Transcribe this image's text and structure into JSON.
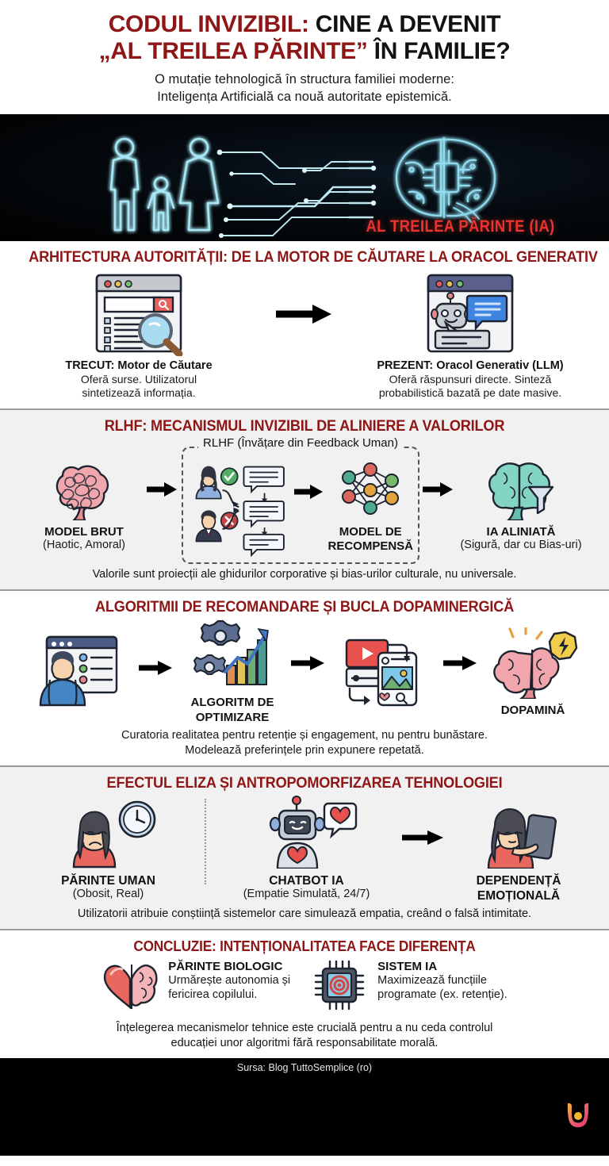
{
  "header": {
    "title_line1_red": "CODUL INVIZIBIL:",
    "title_line1_black": "CINE A DEVENIT",
    "title_line2_red": "„AL TREILEA PĂRINTE”",
    "title_line2_black": "ÎN FAMILIE?",
    "subtitle_line1": "O mutație tehnologică în structura familiei moderne:",
    "subtitle_line2": "Inteligența Artificială ca nouă autoritate epistemică.",
    "red_hex": "#8E1616"
  },
  "hero": {
    "label": "AL TREILEA PĂRINTE (IA)",
    "label_hex": "#E8342E",
    "neon_hex": "#A8E8F5",
    "background_hex": "#000000",
    "icons": [
      "family-silhouette-icon",
      "circuit-lines-icon",
      "ai-brain-chip-icon"
    ]
  },
  "sections": [
    {
      "id": "arhitectura",
      "title": "ARHITECTURA AUTORITĂȚII: DE LA MOTOR DE CĂUTARE LA ORACOL GENERATIV",
      "background": "white",
      "columns": [
        {
          "icon": "search-engine-browser-icon",
          "label_strong": "TRECUT: Motor de Căutare",
          "label_body_line1": "Oferă surse. Utilizatorul",
          "label_body_line2": "sintetizează informația."
        },
        {
          "icon": "chatbot-browser-icon",
          "label_strong": "PREZENT: Oracol Generativ (LLM)",
          "label_body_line1": "Oferă răspunsuri directe. Sinteză",
          "label_body_line2": "probabilistică bazată pe date masive."
        }
      ],
      "arrow": "arrow-right-icon"
    },
    {
      "id": "rlhf",
      "title": "RLHF: MECANISMUL INVIZIBIL DE ALINIERE A VALORILOR",
      "background": "gray",
      "box_title": "RLHF (Învățare din Feedback Uman)",
      "nodes": [
        {
          "icon": "chaotic-brain-icon",
          "label": "MODEL BRUT",
          "sub": "(Haotic, Amoral)"
        },
        {
          "icon": "neural-network-icon",
          "label_line1": "MODEL DE",
          "label_line2": "RECOMPENSĂ"
        },
        {
          "icon": "aligned-brain-funnel-icon",
          "label": "IA ALINIATĂ",
          "sub": "(Sigură, dar cu Bias-uri)"
        }
      ],
      "feedback_icons": [
        "human-approve-icon",
        "human-reject-icon",
        "chat-bubble-icon"
      ],
      "footnote": "Valorile sunt proiecții ale ghidurilor corporative și bias-urilor culturale, nu universale."
    },
    {
      "id": "algoritmi",
      "title": "ALGORITMII DE RECOMANDARE ȘI BUCLA DOPAMINERGICĂ",
      "background": "white",
      "nodes": [
        {
          "icon": "user-profile-browser-icon",
          "label": ""
        },
        {
          "icon": "gears-growth-chart-icon",
          "label_line1": "ALGORITM DE",
          "label_line2": "OPTIMIZARE"
        },
        {
          "icon": "video-feed-phone-icon",
          "label": ""
        },
        {
          "icon": "dopamine-brain-spark-icon",
          "label": "DOPAMINĂ"
        }
      ],
      "footnote_line1": "Curatoria realitatea pentru retenție și engagement, nu pentru bunăstare.",
      "footnote_line2": "Modelează preferințele prin expunere repetată."
    },
    {
      "id": "eliza",
      "title": "EFECTUL ELIZA ȘI ANTROPOMORFIZAREA TEHNOLOGIEI",
      "background": "gray",
      "columns": [
        {
          "icon": "tired-parent-clock-icon",
          "label": "PĂRINTE UMAN",
          "sub": "(Obosit, Real)"
        },
        {
          "icon": "chatbot-heart-icon",
          "label": "CHATBOT IA",
          "sub": "(Empatie Simulată, 24/7)"
        },
        {
          "icon": "emotional-dependency-icon",
          "label_line1": "DEPENDENȚĂ",
          "label_line2": "EMOȚIONALĂ"
        }
      ],
      "footnote": "Utilizatorii atribuie conștiință sistemelor care simulează empatia, creând o falsă intimitate."
    },
    {
      "id": "concluzie",
      "title": "CONCLUZIE: INTENȚIONALITATEA FACE DIFERENȚA",
      "background": "white",
      "items": [
        {
          "icon": "heart-brain-icon",
          "title": "PĂRINTE BIOLOGIC",
          "body_line1": "Urmărește autonomia și",
          "body_line2": "fericirea copilului."
        },
        {
          "icon": "ai-chip-target-icon",
          "title": "SISTEM IA",
          "body_line1": "Maximizează funcțiile",
          "body_line2": "programate (ex. retenție)."
        }
      ],
      "footnote_line1": "Înțelegerea mecanismelor tehnice este crucială pentru a nu ceda controlul",
      "footnote_line2": "educației unor algoritmi fără responsabilitate morală."
    }
  ],
  "footer": {
    "source": "Sursa: Blog TuttoSemplice (ro)",
    "logo": "brand-u-logo-icon",
    "logo_gradient_from": "#F5A623",
    "logo_gradient_to": "#E8336E"
  }
}
